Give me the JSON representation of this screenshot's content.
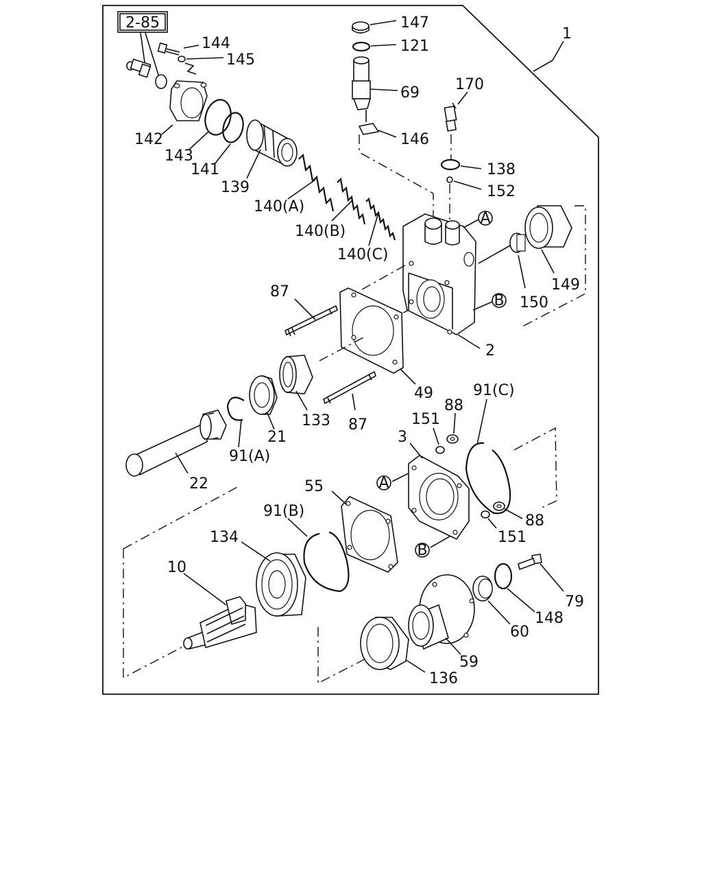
{
  "reference_box": "2-85",
  "labels": {
    "l1": "1",
    "l2": "2",
    "l3": "3",
    "l10": "10",
    "l21": "21",
    "l22": "22",
    "l49": "49",
    "l55": "55",
    "l59": "59",
    "l60": "60",
    "l69": "69",
    "l79": "79",
    "l87a": "87",
    "l87b": "87",
    "l88a": "88",
    "l88b": "88",
    "l91a": "91(A)",
    "l91b": "91(B)",
    "l91c": "91(C)",
    "l121": "121",
    "l133": "133",
    "l134": "134",
    "l136": "136",
    "l138": "138",
    "l139": "139",
    "l140a": "140(A)",
    "l140b": "140(B)",
    "l140c": "140(C)",
    "l141": "141",
    "l142": "142",
    "l143": "143",
    "l144": "144",
    "l145": "145",
    "l146": "146",
    "l147": "147",
    "l148": "148",
    "l149": "149",
    "l150": "150",
    "l151a": "151",
    "l151b": "151",
    "l152": "152",
    "l170": "170"
  },
  "callouts": {
    "a1": "A",
    "a2": "A",
    "b1": "B",
    "b2": "B"
  }
}
